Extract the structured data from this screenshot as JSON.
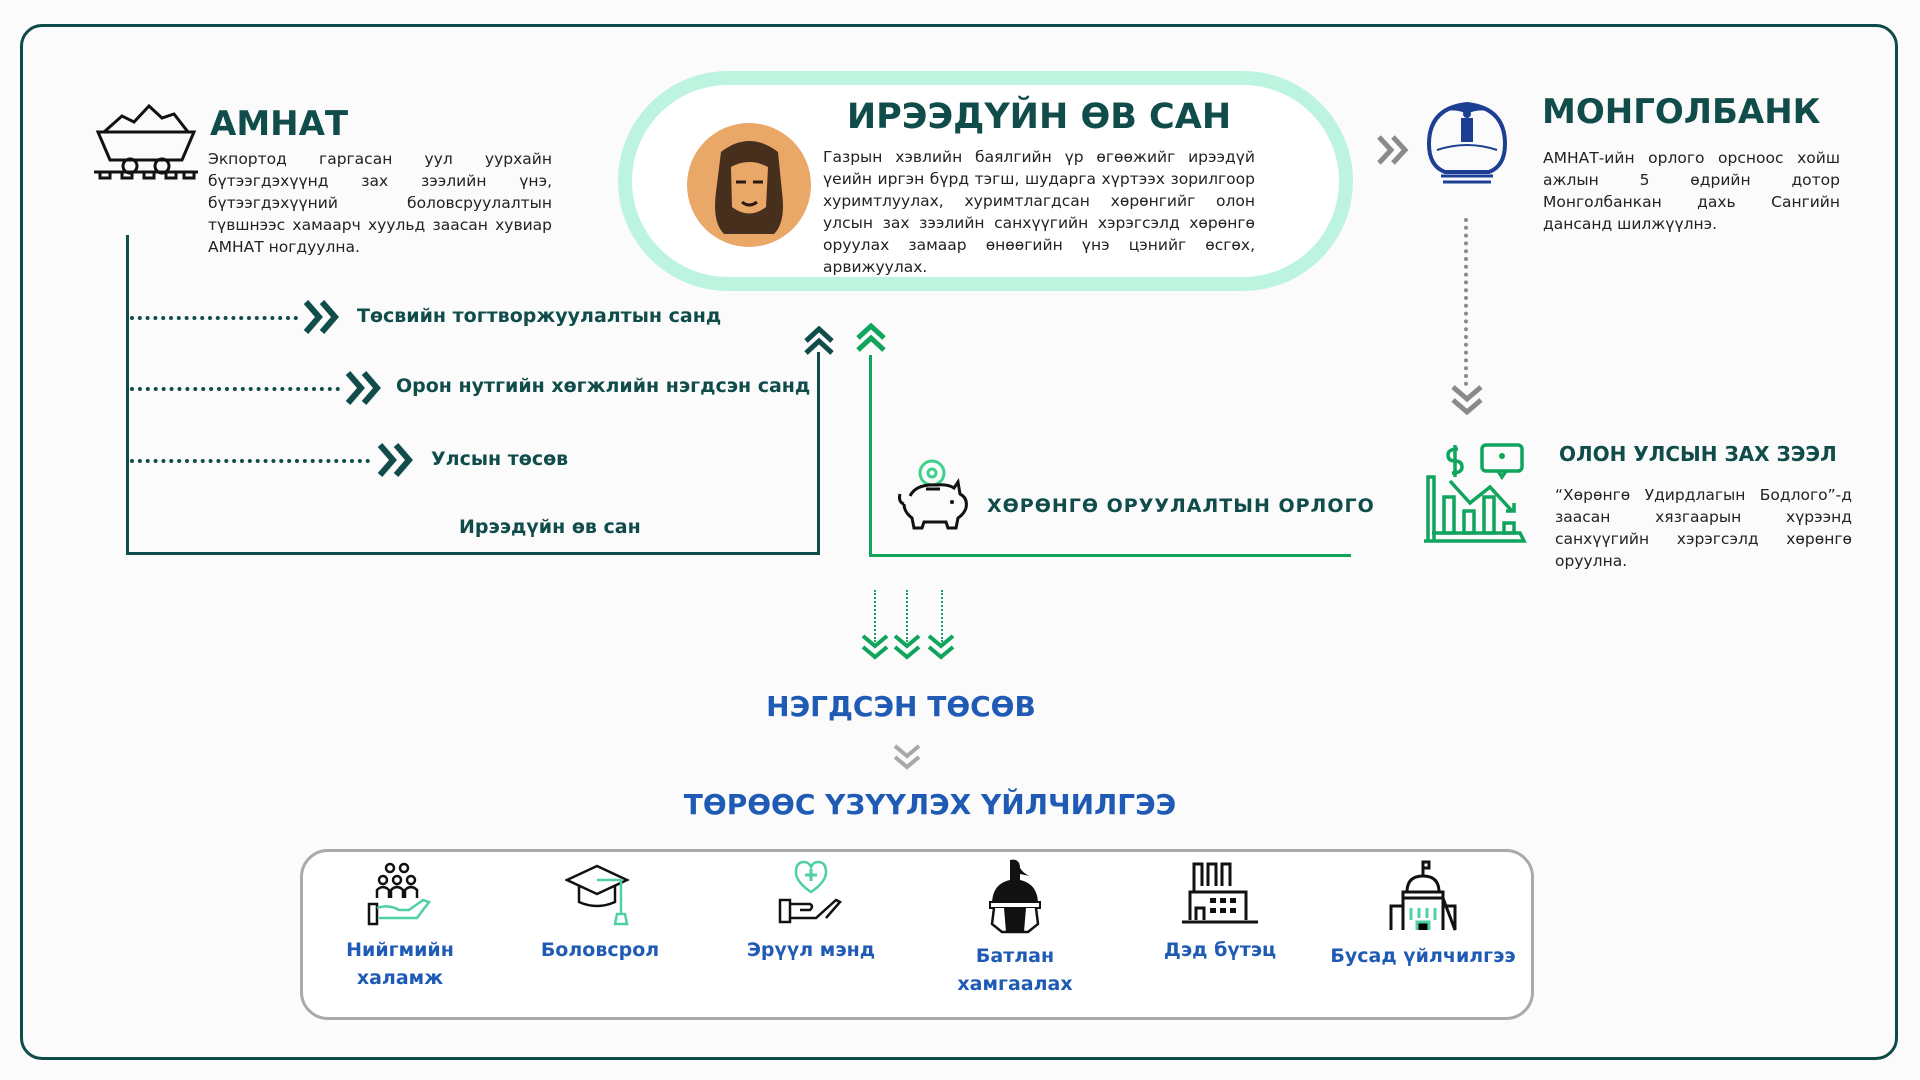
{
  "amhat": {
    "title": "АМНАТ",
    "text": "Экпортод гаргасан уул уурхайн бүтээгдэхүүнд зах зээлийн үнэ, бүтээгдэхүүний боловсруулалтын түвшнээс хамаарч хуульд заасан хувиар АМНАТ ногдуулна."
  },
  "fund": {
    "title": "ИРЭЭДҮЙН ӨВ САН",
    "text": "Газрын хэвлийн баялгийн үр өгөөжийг ирээдүй үеийн иргэн бүрд тэгш, шударга хүртээх зорилгоор хуримтлуулах, хуримтлагдсан хөрөнгийг олон улсын зах зээлийн санхүүгийн хэрэгсэлд хөрөнгө оруулах замаар өнөөгийн үнэ цэнийг өсгөх, арвижуулах."
  },
  "mongolbank": {
    "title": "МОНГОЛБАНК",
    "text": "АМНАТ-ийн орлого орсноос хойш ажлын 5 өдрийн дотор Монголбанкан дахь Сангийн дансанд шилжүүлнэ."
  },
  "market": {
    "title": "ОЛОН УЛСЫН ЗАХ ЗЭЭЛ",
    "text": "“Хөрөнгө Удирдлагын Бодлого”-д заасан хязгаарын хүрээнд санхүүгийн хэрэгсэлд хөрөнгө оруулна."
  },
  "flows": {
    "items": [
      "Төсвийн тогтворжуулалтын санд",
      "Орон нутгийн хөгжлийн нэгдсэн санд",
      "Улсын төсөв"
    ],
    "fund_label": "Ирээдүйн өв сан",
    "investment_income": "ХӨРӨНГӨ ОРУУЛАЛТЫН ОРЛОГО"
  },
  "budget": {
    "title": "НЭГДСЭН ТӨСӨВ",
    "services_title": "ТӨРӨӨС ҮЗҮҮЛЭХ ҮЙЛЧИЛГЭЭ"
  },
  "services": [
    {
      "line1": "Нийгмийн",
      "line2": "халамж",
      "icon": "social-welfare-icon"
    },
    {
      "line1": "Боловсрол",
      "line2": "",
      "icon": "graduation-cap-icon"
    },
    {
      "line1": "Эрүүл мэнд",
      "line2": "",
      "icon": "health-icon"
    },
    {
      "line1": "Батлан",
      "line2": "хамгаалах",
      "icon": "defense-helmet-icon"
    },
    {
      "line1": "Дэд бүтэц",
      "line2": "",
      "icon": "factory-icon"
    },
    {
      "line1": "Бусад үйлчилгээ",
      "line2": "",
      "icon": "government-building-icon"
    }
  ],
  "colors": {
    "teal": "#0f4c4a",
    "green": "#10a45c",
    "mint": "#bdf4df",
    "blue": "#1f5bb5",
    "gray": "#9a9a9a"
  }
}
